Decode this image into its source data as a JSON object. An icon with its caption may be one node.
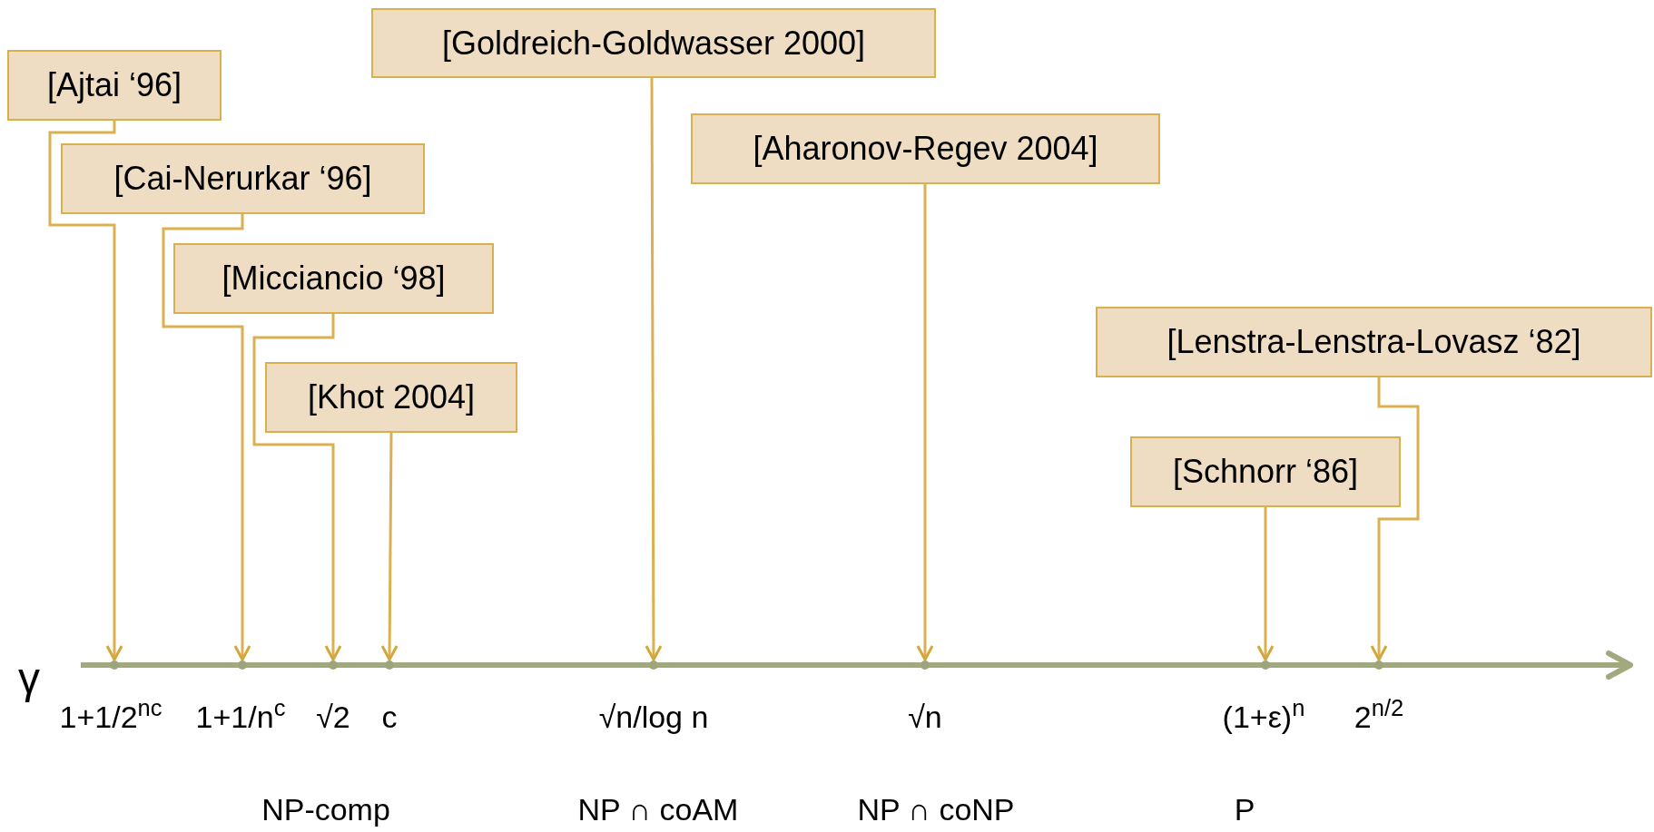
{
  "diagram": {
    "nodes": [
      {
        "text": [
          "[Goldreich-Goldwasser 2000]"
        ]
      },
      {
        "text": [
          "[Ajtai ‘96]"
        ]
      },
      {
        "text": [
          "[Aharonov-Regev 2004]"
        ]
      },
      {
        "text": [
          "[Cai-Nerurkar ‘96]"
        ]
      },
      {
        "text": [
          "[Micciancio ‘98]"
        ]
      },
      {
        "text": [
          "[Lenstra-Lenstra-Lovasz ‘82]"
        ]
      },
      {
        "text": [
          "[Khot 2004]"
        ]
      },
      {
        "text": [
          "[Schnorr ‘86]"
        ]
      },
      {
        "text": [],
        "shape": "circle"
      },
      {
        "text": [],
        "shape": "circle"
      },
      {
        "text": [],
        "shape": "circle"
      },
      {
        "text": [],
        "shape": "circle"
      },
      {
        "text": [],
        "shape": "circle"
      },
      {
        "text": [],
        "shape": "circle"
      },
      {
        "text": [],
        "shape": "circle"
      },
      {
        "text": [],
        "shape": "circle"
      }
    ],
    "edges": [
      {
        "from": 1,
        "to": 8,
        "arrow": "to"
      },
      {
        "from": 3,
        "to": 9,
        "arrow": "to"
      },
      {
        "from": 4,
        "to": 10,
        "arrow": "to"
      },
      {
        "from": 6,
        "to": 11,
        "arrow": "to"
      },
      {
        "from": 0,
        "to": 12,
        "arrow": "to"
      },
      {
        "from": 2,
        "to": 13,
        "arrow": "to"
      },
      {
        "from": 7,
        "to": 14,
        "arrow": "to"
      },
      {
        "from": 5,
        "to": 15,
        "arrow": "to"
      }
    ],
    "labels": [
      "γ",
      "1+1/2$^{n}$$^{c}$",
      "1+1/n$^{c}$",
      "√2",
      "c",
      "√n/log n",
      "√n",
      "(1+ε)$^{n}$",
      "2$^{n/2}$",
      "NP-comp",
      "NP ∩ coAM",
      "NP ∩ coNP",
      "P"
    ]
  }
}
